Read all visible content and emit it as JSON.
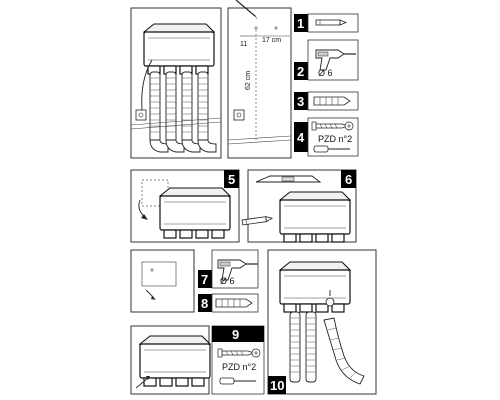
{
  "steps": {
    "s1": "1",
    "s2": "2",
    "s3": "3",
    "s4": "4",
    "s5": "5",
    "s6": "6",
    "s7": "7",
    "s8": "8",
    "s9": "9",
    "s10": "10"
  },
  "labels": {
    "drill_bit_2": "Ø 6",
    "drill_bit_7": "Ø 6",
    "screwdriver_4": "PZD n°2",
    "screwdriver_9": "PZD n°2"
  },
  "dimensions": {
    "offset_left": "11",
    "width_between_holes": "17 cm",
    "height_from_floor": "62 cm"
  },
  "colors": {
    "line": "#333333",
    "badge": "#000000",
    "background": "#ffffff"
  },
  "icons": [
    "pencil-icon",
    "drill-icon",
    "wall-plug-icon",
    "screw-icon",
    "screwdriver-icon",
    "spirit-level-icon",
    "wall-socket-icon"
  ]
}
